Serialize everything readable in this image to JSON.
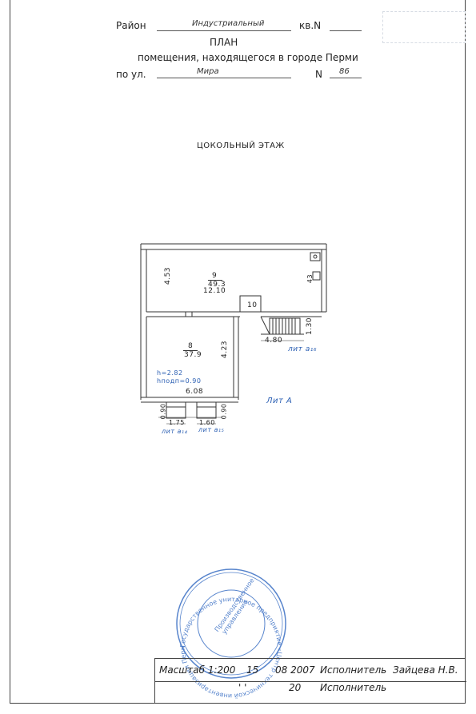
{
  "header": {
    "district_label": "Район",
    "district_value": "Индустриальный",
    "apt_label": "кв.N",
    "apt_value": "",
    "plan_title": "ПЛАН",
    "plan_subtitle": "помещения, находящегося в городе Перми",
    "street_label": "по ул.",
    "street_value": "Мира",
    "house_label": "N",
    "house_value": "86"
  },
  "floor_title": "ЦОКОЛЬНЫЙ ЭТАЖ",
  "plan": {
    "dim_left_top": "4.53",
    "room9_number": "9",
    "room9_area": "49.3",
    "dim_room9_width": "12.10",
    "dim_right_small": "43",
    "room10_number": "10",
    "dim_stair_right": "1.30",
    "dim_stair_bottom": "4.80",
    "lit_stair": "лит a₁₆",
    "room8_number": "8",
    "room8_area": "37.9",
    "dim_room8_height": "4.23",
    "height_label": "h=2.82",
    "height_under": "hподп=0.90",
    "dim_room8_width": "6.08",
    "lit_main": "Лит А",
    "dim_pit_left": "0.90",
    "dim_pit_right": "0.90",
    "dim_pit1_width": "1.75",
    "dim_pit2_width": "1.60",
    "lit_pit1": "лит a₁₄",
    "lit_pit2": "лит a₁₅"
  },
  "footer": {
    "scale_label": "Масштаб 1:200",
    "date_day": "15",
    "date_rest": "08 2007",
    "executor1_label": "Исполнитель",
    "executor1_name": "Зайцева Н.В.",
    "date2_marks": "'     '",
    "date2_year": "20",
    "executor2_label": "Исполнитель"
  },
  "stamp": {
    "outer_text": "Государственное унитарное предприятие «Центр технической инвентаризации Пермского края»",
    "inner_text": "Производственное управление",
    "color": "#3a6fc4"
  },
  "colors": {
    "ink": "#222222",
    "plan_blue": "#2b5fb3",
    "stamp_blue": "#3a6fc4"
  }
}
